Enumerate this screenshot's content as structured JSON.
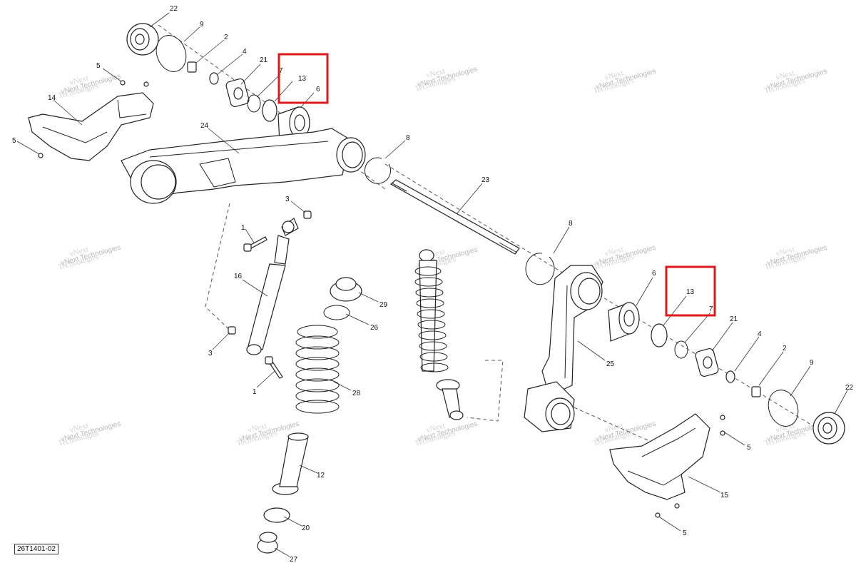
{
  "figure_id": "26T1401-02",
  "watermark": {
    "line1": "vNext",
    "line2": "Technologies",
    "full": "vNext Technologies"
  },
  "highlight_color": "#e0191f",
  "callouts": {
    "n22a": "22",
    "n9a": "9",
    "n2a": "2",
    "n4a": "4",
    "n21a": "21",
    "n7a": "7",
    "n13a": "13",
    "n6a": "6",
    "n5a": "5",
    "n14": "14",
    "n5b": "5",
    "n24": "24",
    "n8a": "8",
    "n23": "23",
    "n3a": "3",
    "n1a": "1",
    "n16": "16",
    "n3b": "3",
    "n1b": "1",
    "n29": "29",
    "n26": "26",
    "n28": "28",
    "n12": "12",
    "n20": "20",
    "n27": "27",
    "n8b": "8",
    "n6b": "6",
    "n13b": "13",
    "n7b": "7",
    "n21b": "21",
    "n4b": "4",
    "n2b": "2",
    "n9b": "9",
    "n22b": "22",
    "n25": "25",
    "n5c": "5",
    "n15": "15",
    "n5d": "5"
  }
}
